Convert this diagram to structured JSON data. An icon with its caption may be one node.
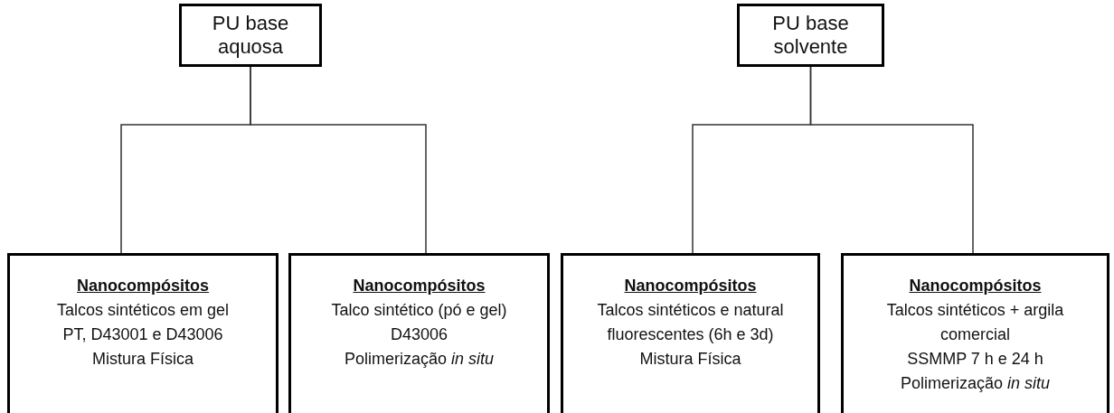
{
  "diagram": {
    "nodes": [
      {
        "text": [
          "PU base aquosa"
        ]
      },
      {
        "text": [
          "PU base solvente"
        ]
      },
      {
        "text": [
          "Nanocompósitos",
          "Talcos sintéticos em gel",
          "PT, D43001 e D43006",
          "Mistura Física"
        ]
      },
      {
        "text": [
          "Nanocompósitos",
          "Talco sintético (pó e gel)",
          "D43006",
          "Polimerização *in situ*"
        ]
      },
      {
        "text": [
          "Nanocompósitos",
          "Talcos sintéticos e natural fluorescentes (6h e 3d)",
          "Mistura Física"
        ]
      },
      {
        "text": [
          "Nanocompósitos",
          "Talcos sintéticos + argila comercial",
          "SSMMP 7 h e 24 h",
          "Polimerização *in situ*"
        ]
      }
    ],
    "edges": [
      {
        "from": 0,
        "to": 2,
        "arrow": "none"
      },
      {
        "from": 0,
        "to": 3,
        "arrow": "none"
      },
      {
        "from": 1,
        "to": 4,
        "arrow": "none"
      },
      {
        "from": 1,
        "to": 5,
        "arrow": "none"
      }
    ]
  }
}
